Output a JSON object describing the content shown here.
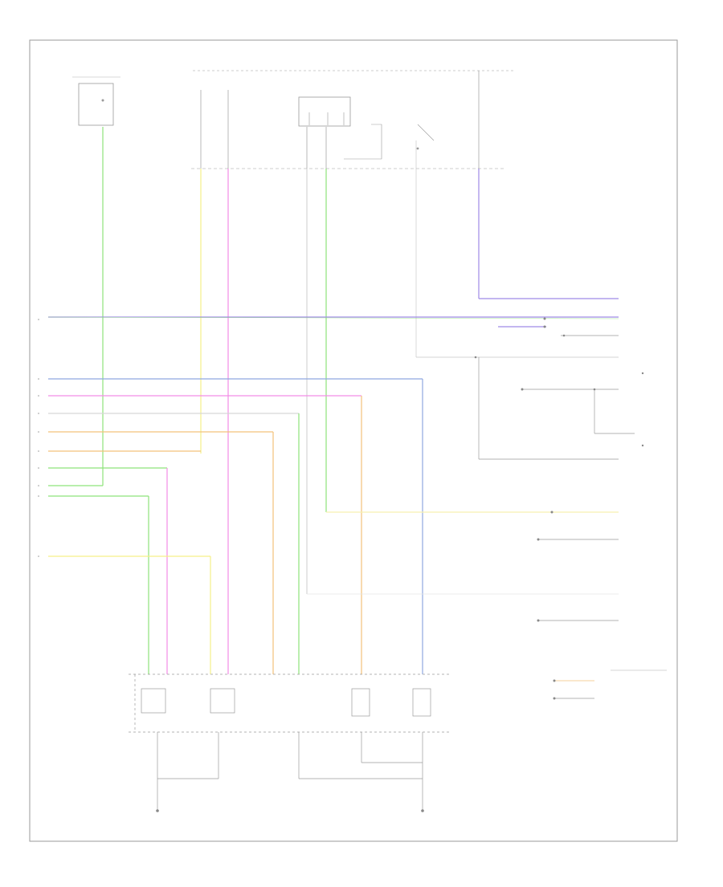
{
  "diagram": {
    "page_marker": "",
    "colors": {
      "frame": "#9a9a9a",
      "wire_default": "#8a8a8a",
      "green": "#8ee37a",
      "yellow": "#f5f089",
      "pink": "#f28de6",
      "purple": "#9f8ae6",
      "blue": "#8fa8e0",
      "orange": "#f3c27a",
      "light_yellow": "#f7f1b0",
      "pale_gray": "#d6d6d6"
    },
    "wire_colors": [
      "green",
      "yellow",
      "pink",
      "purple",
      "blue",
      "orange",
      "light_yellow",
      "pale_gray"
    ]
  }
}
